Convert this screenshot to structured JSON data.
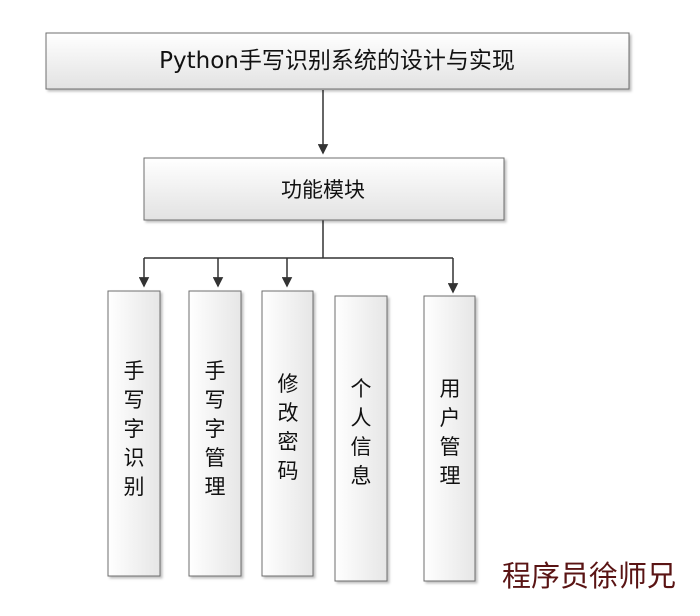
{
  "diagram": {
    "root": {
      "label": "Python手写识别系统的设计与实现"
    },
    "module": {
      "label": "功能模块"
    },
    "children": [
      {
        "id": "handwriting-recognition",
        "label": "手写字识别"
      },
      {
        "id": "handwriting-management",
        "label": "手写字管理"
      },
      {
        "id": "change-password",
        "label": "修改密码"
      },
      {
        "id": "personal-info",
        "label": "个人信息"
      },
      {
        "id": "user-management",
        "label": "用户管理"
      }
    ]
  },
  "watermark": {
    "text": "程序员徐师兄"
  },
  "colors": {
    "box_fill_top": "#ffffff",
    "box_fill_bottom": "#e4e4e4",
    "box_stroke": "#6e6e6e",
    "connector": "#333333",
    "watermark": "#5a1414"
  }
}
